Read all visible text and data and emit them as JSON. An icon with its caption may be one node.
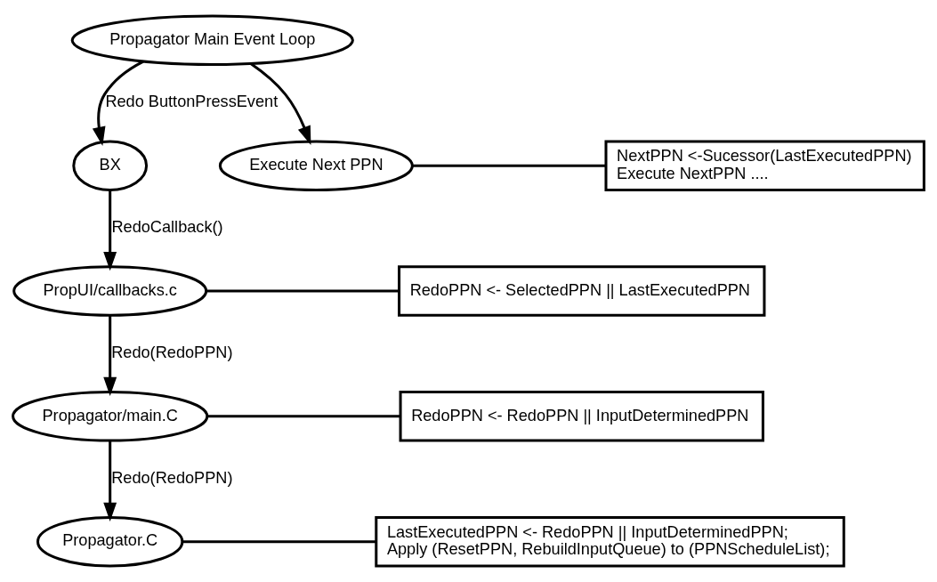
{
  "diagram": {
    "nodes": [
      {
        "text": [
          "Propagator Main Event Loop"
        ]
      },
      {
        "text": [
          "BX"
        ]
      },
      {
        "text": [
          "Execute Next PPN"
        ]
      },
      {
        "text": [
          "NextPPN <-Sucessor(LastExecutedPPN)",
          "Execute NextPPN ...."
        ]
      },
      {
        "text": [
          "PropUI/callbacks.c"
        ]
      },
      {
        "text": [
          "RedoPPN <- SelectedPPN || LastExecutedPPN"
        ]
      },
      {
        "text": [
          "Propagator/main.C"
        ]
      },
      {
        "text": [
          "RedoPPN <- RedoPPN || InputDeterminedPPN"
        ]
      },
      {
        "text": [
          "Propagator.C"
        ]
      },
      {
        "text": [
          "LastExecutedPPN <- RedoPPN || InputDeterminedPPN;",
          "Apply (ResetPPN, RebuildInputQueue) to (PPNScheduleList);"
        ]
      }
    ],
    "edges": [
      {
        "from": 0,
        "to": 1,
        "arrow": "to",
        "label": "Redo ButtonPressEvent"
      },
      {
        "from": 0,
        "to": 2,
        "arrow": "to"
      },
      {
        "from": 2,
        "to": 3,
        "arrow": "none"
      },
      {
        "from": 1,
        "to": 4,
        "arrow": "to",
        "label": "RedoCallback()"
      },
      {
        "from": 4,
        "to": 5,
        "arrow": "none"
      },
      {
        "from": 4,
        "to": 6,
        "arrow": "to",
        "label": "Redo(RedoPPN)"
      },
      {
        "from": 6,
        "to": 7,
        "arrow": "none"
      },
      {
        "from": 6,
        "to": 8,
        "arrow": "to",
        "label": "Redo(RedoPPN)"
      },
      {
        "from": 8,
        "to": 9,
        "arrow": "none"
      }
    ]
  }
}
